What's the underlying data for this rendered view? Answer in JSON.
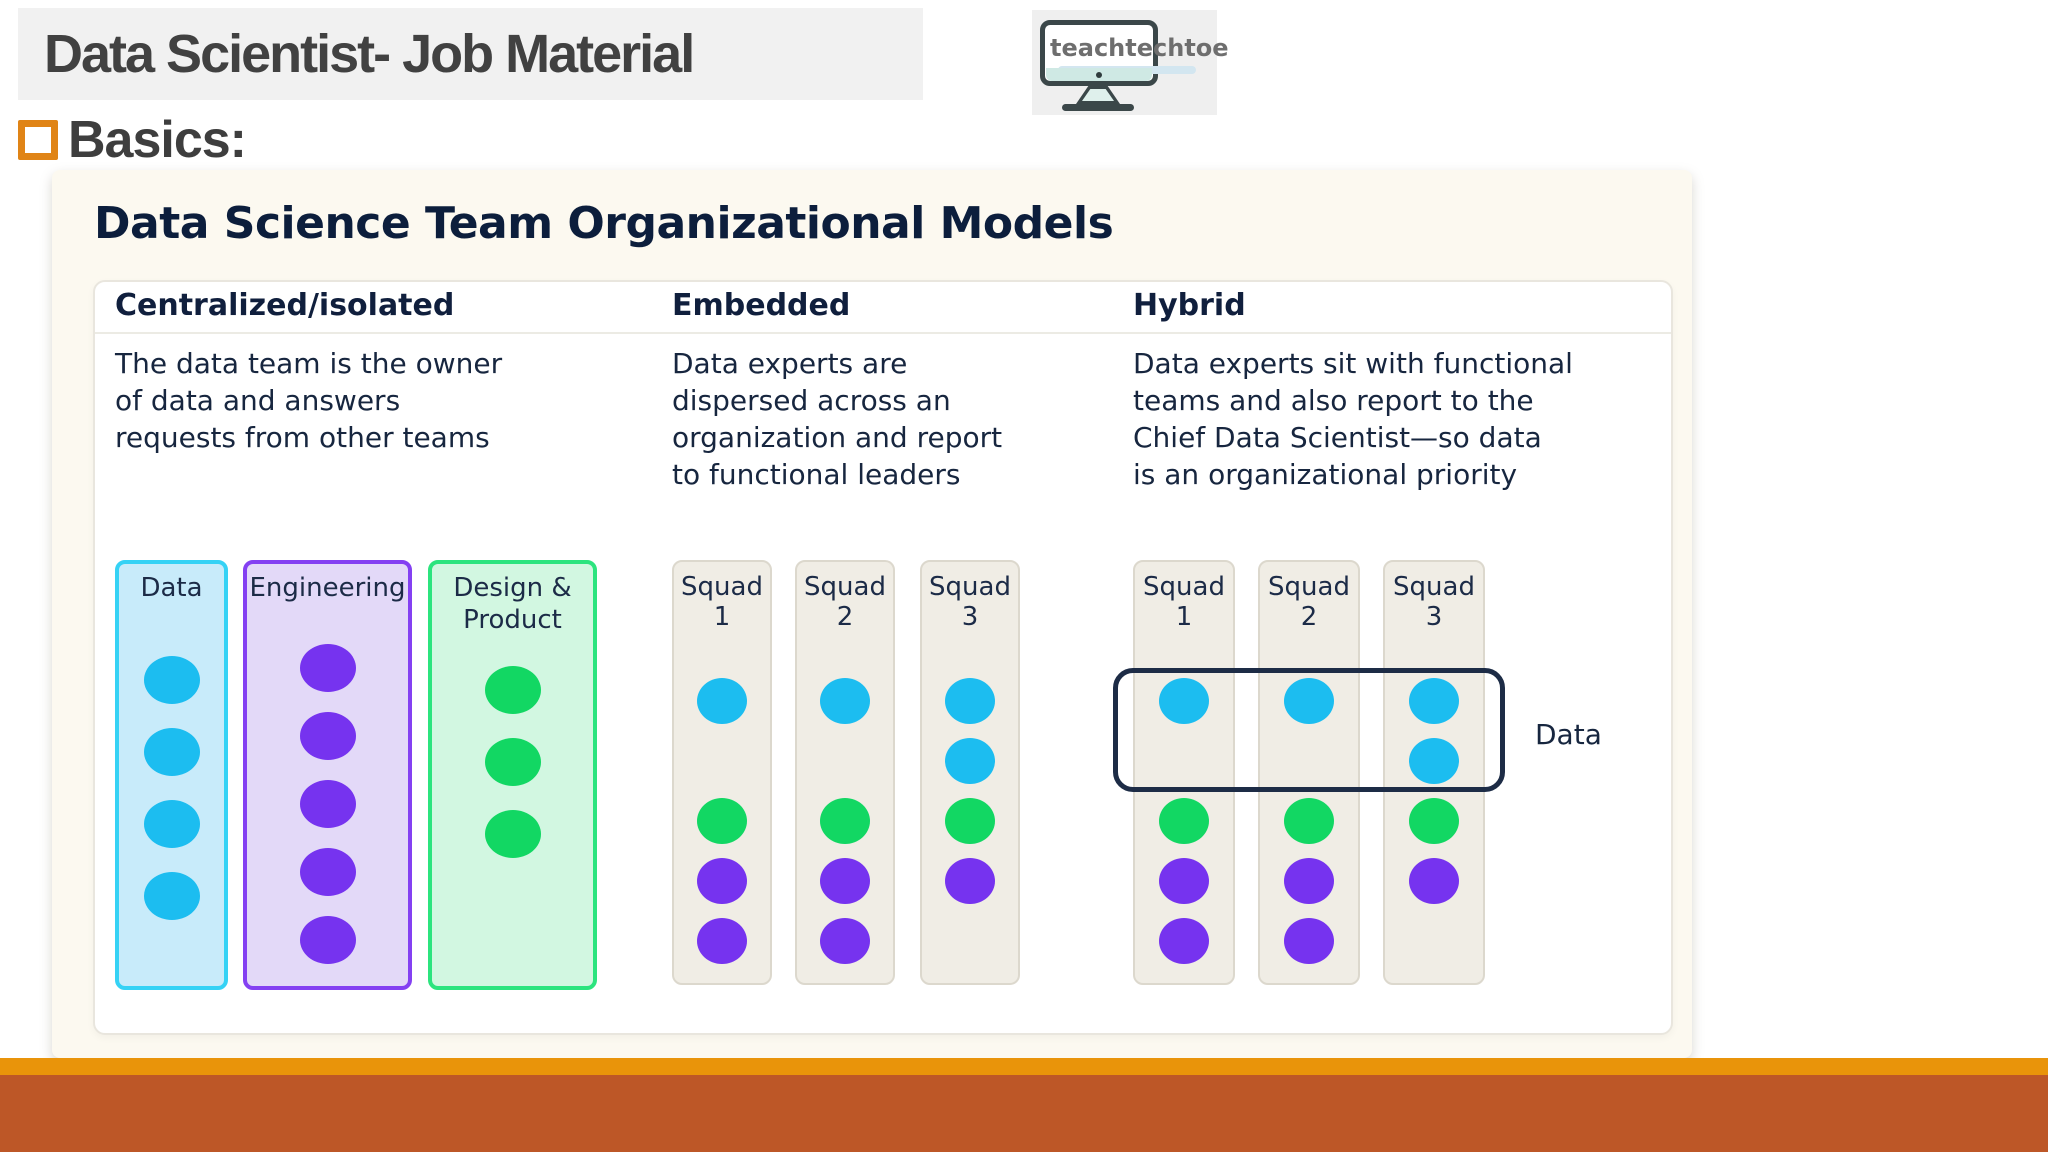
{
  "header": {
    "title": "Data Scientist- Job Material",
    "logo_text": "teachtechtoe"
  },
  "basics": {
    "label": "Basics:"
  },
  "diagram": {
    "title": "Data Science Team Organizational Models",
    "hybrid_highlight_label": "Data",
    "columns": [
      {
        "name": "Centralized/isolated",
        "description": "The data team is the owner\nof data and answers\nrequests from other teams",
        "teams": [
          {
            "label": "Data",
            "scheme": "cyan",
            "dot_color": "cyan",
            "dot_count": 4
          },
          {
            "label": "Engineering",
            "scheme": "purple",
            "dot_color": "purple",
            "dot_count": 5
          },
          {
            "label": "Design &\nProduct",
            "scheme": "green",
            "dot_color": "green",
            "dot_count": 3
          }
        ]
      },
      {
        "name": "Embedded",
        "description": "Data experts are\ndispersed across an\norganization and report\nto functional leaders",
        "squads": [
          {
            "label": "Squad 1",
            "dots": [
              [
                "cyan",
                0
              ],
              [
                "green",
                2
              ],
              [
                "purple",
                3
              ],
              [
                "purple",
                4
              ]
            ]
          },
          {
            "label": "Squad 2",
            "dots": [
              [
                "cyan",
                0
              ],
              [
                "green",
                2
              ],
              [
                "purple",
                3
              ],
              [
                "purple",
                4
              ]
            ]
          },
          {
            "label": "Squad 3",
            "dots": [
              [
                "cyan",
                0
              ],
              [
                "cyan",
                1
              ],
              [
                "green",
                2
              ],
              [
                "purple",
                3
              ]
            ]
          }
        ]
      },
      {
        "name": "Hybrid",
        "description": "Data experts sit with functional\nteams and also report to the\nChief Data Scientist—so data\nis an organizational priority",
        "squads": [
          {
            "label": "Squad 1",
            "dots": [
              [
                "cyan",
                0
              ],
              [
                "green",
                2
              ],
              [
                "purple",
                3
              ],
              [
                "purple",
                4
              ]
            ]
          },
          {
            "label": "Squad 2",
            "dots": [
              [
                "cyan",
                0
              ],
              [
                "green",
                2
              ],
              [
                "purple",
                3
              ],
              [
                "purple",
                4
              ]
            ]
          },
          {
            "label": "Squad 3",
            "dots": [
              [
                "cyan",
                0
              ],
              [
                "cyan",
                1
              ],
              [
                "green",
                2
              ],
              [
                "purple",
                3
              ]
            ]
          }
        ]
      }
    ]
  },
  "colors": {
    "cyan_dot": "#1cbdf0",
    "purple_dot": "#7633ef",
    "green_dot": "#12d763",
    "cyan_box_bg": "#c8ebfa",
    "cyan_box_border": "#35d2f5",
    "purple_box_bg": "#e3d9f8",
    "purple_box_border": "#8440f2",
    "green_box_bg": "#d2f7e1",
    "green_box_border": "#2ce47e",
    "squad_box_bg": "#f0ede5",
    "squad_box_border": "#dcd8cd",
    "accent_orange": "#e08416",
    "footer_strip": "#e9940a",
    "footer_bar": "#bd5727",
    "panel_bg": "#fcf9f0",
    "navy_text": "#17263f",
    "highlight_outline": "#1d2c46"
  }
}
